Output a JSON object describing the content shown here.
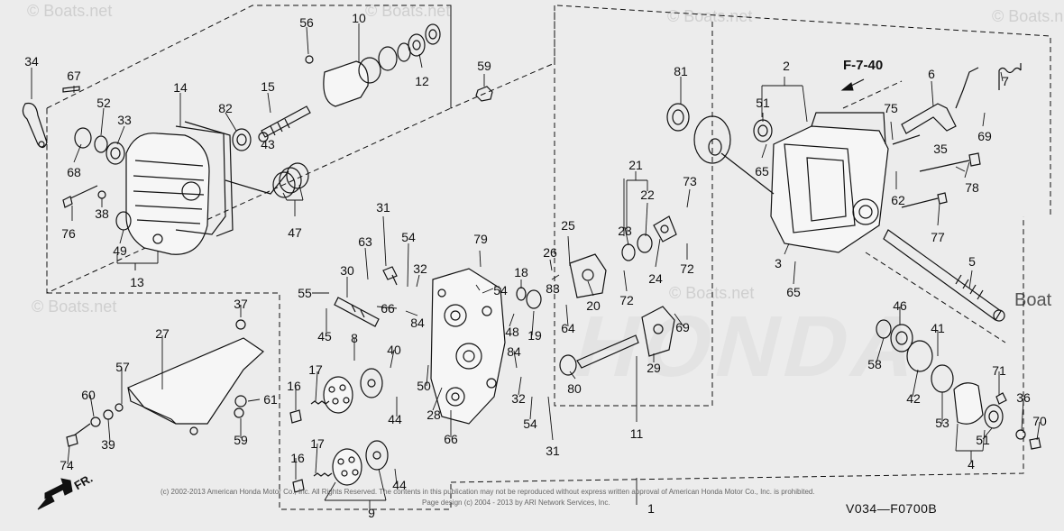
{
  "diagram": {
    "ref_label": "F-7-40",
    "diagram_code": "V034—F0700B",
    "direction_label": "FR.",
    "watermark": "© Boats.net",
    "watermark_edge": "Boat",
    "ghost_brand": "HONDA",
    "copyright_line1": "(c) 2002-2013 American Honda Motor Co., Inc. All Rights Reserved. The contents in this publication may not be reproduced without express written approval of American Honda Motor Co., Inc. is prohibited.",
    "copyright_line2": "Page design (c) 2004 - 2013 by ARI Network Services, Inc.",
    "callouts": [
      "34",
      "67",
      "52",
      "33",
      "68",
      "14",
      "82",
      "15",
      "56",
      "10",
      "12",
      "43",
      "76",
      "38",
      "49",
      "13",
      "47",
      "59",
      "81",
      "2",
      "51",
      "65",
      "75",
      "6",
      "7",
      "69",
      "35",
      "78",
      "62",
      "77",
      "3",
      "65",
      "5",
      "21",
      "22",
      "73",
      "23",
      "24",
      "72",
      "72",
      "25",
      "26",
      "83",
      "20",
      "18",
      "54",
      "31",
      "54",
      "63",
      "32",
      "30",
      "55",
      "66",
      "84",
      "45",
      "79",
      "48",
      "64",
      "19",
      "69",
      "29",
      "11",
      "80",
      "84",
      "32",
      "54",
      "31",
      "8",
      "40",
      "17",
      "16",
      "44",
      "50",
      "28",
      "66",
      "37",
      "27",
      "57",
      "60",
      "39",
      "74",
      "61",
      "59",
      "17",
      "16",
      "9",
      "44",
      "46",
      "41",
      "58",
      "42",
      "53",
      "71",
      "36",
      "70",
      "4",
      "51",
      "1"
    ]
  }
}
